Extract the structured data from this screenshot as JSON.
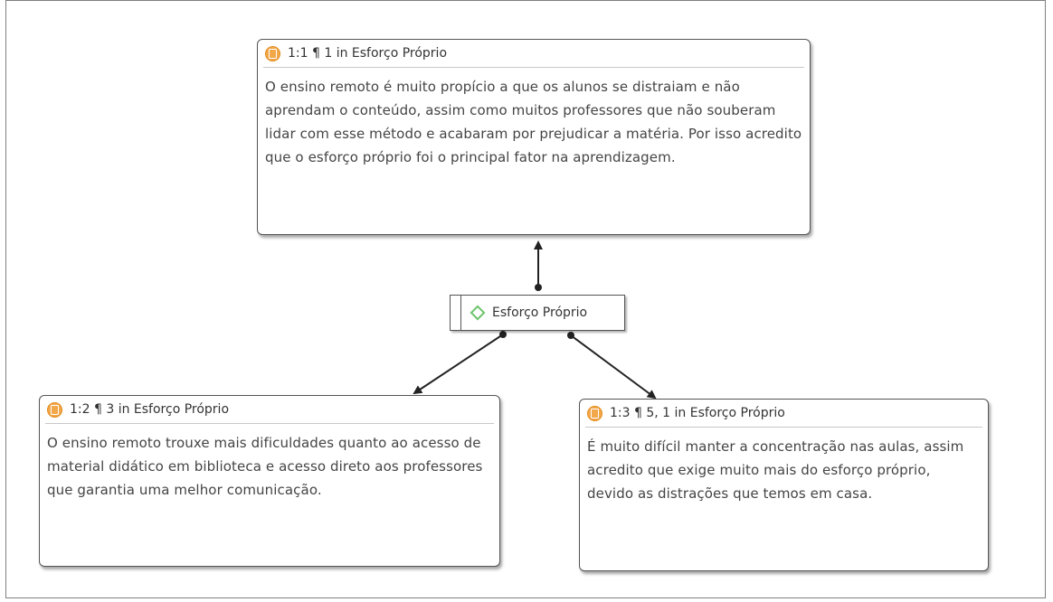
{
  "quotes": [
    {
      "header": "1:1 ¶ 1 in Esforço Próprio",
      "text": "O ensino remoto é muito propício a que os alunos se distraiam e não aprendam o conteúdo, assim como muitos professores que não souberam lidar com esse método e acabaram por prejudicar a matéria. Por isso acredito que o esforço próprio foi o principal fator na aprendizagem."
    },
    {
      "header": "1:2 ¶ 3 in Esforço Próprio",
      "text": "O ensino remoto trouxe mais dificuldades quanto ao acesso de material didático em biblioteca e acesso direto aos professores que garantia uma melhor comunicação."
    },
    {
      "header": "1:3 ¶ 5, 1 in Esforço Próprio",
      "text": "É muito difícil manter a concentração nas aulas, assim acredito que exige muito mais do esforço próprio, devido as distrações que temos em casa."
    }
  ],
  "code": {
    "label": "Esforço Próprio",
    "icon": "diamond-code-icon",
    "color": "#6cc46c"
  },
  "colors": {
    "quote_icon": "#f2a74a",
    "border": "#555555"
  }
}
